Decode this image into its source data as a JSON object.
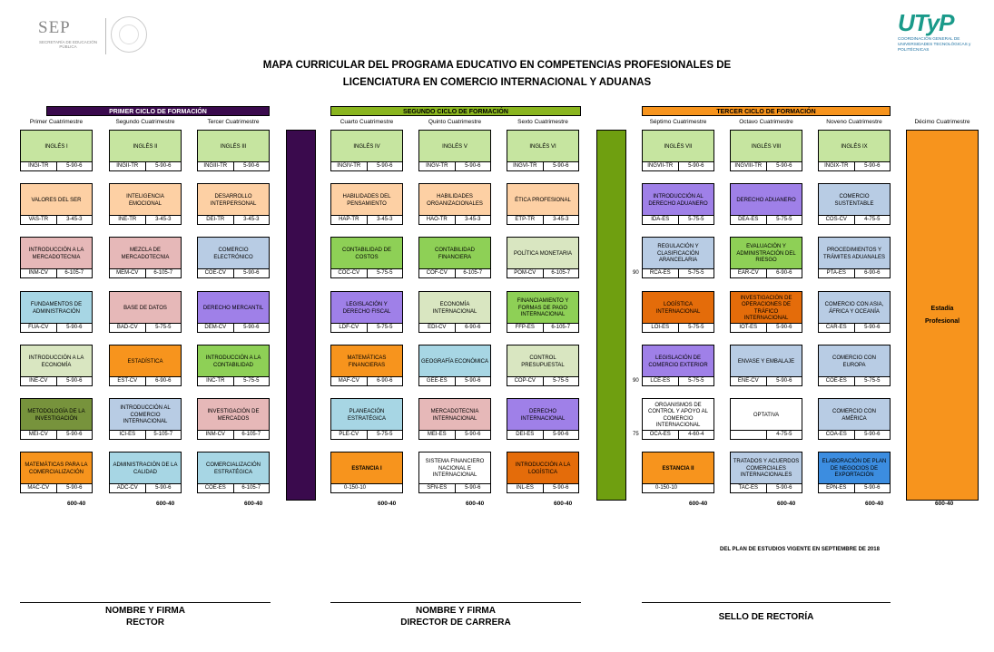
{
  "header": {
    "sep_name": "SEP",
    "sep_subtitle": "SECRETARÍA DE EDUCACIÓN PÚBLICA",
    "utp_name": "UTyP",
    "utp_subtitle": "COORDINACIÓN GENERAL DE UNIVERSIDADES TECNOLÓGICAS y POLITÉCNICAS",
    "title_line1": "MAPA CURRICULAR DEL PROGRAMA EDUCATIVO EN COMPETENCIAS PROFESIONALES DE",
    "title_line2": "LICENCIATURA EN COMERCIO INTERNACIONAL Y ADUANAS"
  },
  "colors": {
    "purple_dark": "#3a0a4d",
    "green_olive": "#6f9f10",
    "orange": "#f7941d"
  },
  "cycles": [
    {
      "label": "PRIMER CICLO DE FORMACIÓN",
      "color": "#3a0a4d",
      "text_color": "#ffffff"
    },
    {
      "label": "SEGUNDO CICLO DE FORMACIÓN",
      "color": "#8ab51f",
      "text_color": "#000000"
    },
    {
      "label": "TERCER CICLO DE FORMACIÓN",
      "color": "#f7941d",
      "text_color": "#000000"
    }
  ],
  "semesters": [
    "Primer Cuatrimestre",
    "Segundo Cuatrimestre",
    "Tercer Cuatrimestre",
    "Cuarto Cuatrimestre",
    "Quinto Cuatrimestre",
    "Sexto Cuatrimestre",
    "Séptimo Cuatrimestre",
    "Octavo Cuatrimestre",
    "Noveno Cuatrimestre",
    "Décimo Cuatrimestre"
  ],
  "columns": [
    [
      {
        "name": "INGLÉS I",
        "code": "INGI-TR",
        "credits": "5-90-6",
        "color": "#c6e5a0"
      },
      {
        "name": "VALORES DEL SER",
        "code": "VAS-TR",
        "credits": "3-45-3",
        "color": "#fdd0a4"
      },
      {
        "name": "INTRODUCCIÓN A LA MERCADOTECNIA",
        "code": "INM-CV",
        "credits": "6-105-7",
        "color": "#e6b8b8"
      },
      {
        "name": "FUNDAMENTOS DE ADMINISTRACIÓN",
        "code": "FUA-CV",
        "credits": "5-90-6",
        "color": "#a7d6e4"
      },
      {
        "name": "INTRODUCCIÓN A LA ECONOMÍA",
        "code": "INE-CV",
        "credits": "5-90-6",
        "color": "#d9e6c1"
      },
      {
        "name": "METODOLOGÍA DE LA INVESTIGACIÓN",
        "code": "MEI-CV",
        "credits": "5-90-6",
        "color": "#77933c"
      },
      {
        "name": "MATEMÁTICAS PARA LA COMERCIALIZACIÓN",
        "code": "MAC-CV",
        "credits": "5-90-6",
        "color": "#f7941d"
      }
    ],
    [
      {
        "name": "INGLÉS II",
        "code": "INGII-TR",
        "credits": "5-90-6",
        "color": "#c6e5a0"
      },
      {
        "name": "INTELIGENCIA EMOCIONAL",
        "code": "INE-TR",
        "credits": "3-45-3",
        "color": "#fdd0a4"
      },
      {
        "name": "MEZCLA DE MERCADOTECNIA",
        "code": "MEM-CV",
        "credits": "6-105-7",
        "color": "#e6b8b8"
      },
      {
        "name": "BASE DE DATOS",
        "code": "BAD-CV",
        "credits": "5-75-5",
        "color": "#e6b8b8"
      },
      {
        "name": "ESTADÍSTICA",
        "code": "EST-CV",
        "credits": "6-90-6",
        "color": "#f7941d"
      },
      {
        "name": "INTRODUCCIÓN AL COMERCIO INTERNACIONAL",
        "code": "ICI-ES",
        "credits": "5-105-7",
        "color": "#b8cce4"
      },
      {
        "name": "ADMINISTRACIÓN DE LA CALIDAD",
        "code": "ADC-CV",
        "credits": "5-90-6",
        "color": "#a7d6e4"
      }
    ],
    [
      {
        "name": "INGLÉS III",
        "code": "INGIII-TR",
        "credits": "5-90-6",
        "color": "#c6e5a0"
      },
      {
        "name": "DESARROLLO INTERPERSONAL",
        "code": "DEI-TR",
        "credits": "3-45-3",
        "color": "#fdd0a4"
      },
      {
        "name": "COMERCIO ELECTRÓNICO",
        "code": "COE-CV",
        "credits": "5-90-6",
        "color": "#b8cce4"
      },
      {
        "name": "DERECHO MERCANTIL",
        "code": "DEM-CV",
        "credits": "5-90-6",
        "color": "#9f80e8"
      },
      {
        "name": "INTRODUCCIÓN A LA CONTABILIDAD",
        "code": "INC-TR",
        "credits": "5-75-5",
        "color": "#8ed056"
      },
      {
        "name": "INVESTIGACIÓN DE MERCADOS",
        "code": "INM-CV",
        "credits": "6-105-7",
        "color": "#e6b8b8"
      },
      {
        "name": "COMERCIALIZACIÓN ESTRATÉGICA",
        "code": "COE-ES",
        "credits": "6-105-7",
        "color": "#a7d6e4"
      }
    ],
    [
      {
        "name": "INGLÉS IV",
        "code": "INGIV-TR",
        "credits": "5-90-6",
        "color": "#c6e5a0"
      },
      {
        "name": "HABILIDADES DEL PENSAMIENTO",
        "code": "HAP-TR",
        "credits": "3-45-3",
        "color": "#fdd0a4"
      },
      {
        "name": "CONTABILIDAD DE COSTOS",
        "code": "COC-CV",
        "credits": "5-75-5",
        "color": "#8ed056"
      },
      {
        "name": "LEGISLACIÓN Y DERECHO FISCAL",
        "code": "LDF-CV",
        "credits": "5-75-5",
        "color": "#9f80e8"
      },
      {
        "name": "MATEMÁTICAS FINANCIERAS",
        "code": "MAF-CV",
        "credits": "6-90-6",
        "color": "#f7941d"
      },
      {
        "name": "PLANEACIÓN ESTRATÉGICA",
        "code": "PLE-CV",
        "credits": "5-75-5",
        "color": "#a7d6e4"
      },
      {
        "name": "ESTANCIA I",
        "code": "",
        "credits": "0-150-10",
        "color": "#f7941d",
        "bold": true,
        "single": true
      }
    ],
    [
      {
        "name": "INGLÉS V",
        "code": "INGV-TR",
        "credits": "5-90-6",
        "color": "#c6e5a0"
      },
      {
        "name": "HABILIDADES ORGANIZACIONALES",
        "code": "HAO-TR",
        "credits": "3-45-3",
        "color": "#fdd0a4"
      },
      {
        "name": "CONTABILIDAD FINANCIERA",
        "code": "COF-CV",
        "credits": "6-105-7",
        "color": "#8ed056"
      },
      {
        "name": "ECONOMÍA INTERNACIONAL",
        "code": "EDI-CV",
        "credits": "6-90-6",
        "color": "#d9e6c1"
      },
      {
        "name": "GEOGRAFÍA ECONÓMICA",
        "code": "GEE-ES",
        "credits": "5-90-6",
        "color": "#a7d6e4"
      },
      {
        "name": "MERCADOTECNIA INTERNACIONAL",
        "code": "MEI-ES",
        "credits": "5-90-6",
        "color": "#e6b8b8"
      },
      {
        "name": "SISTEMA FINANCIERO NACIONAL E INTERNACIONAL",
        "code": "SFN-ES",
        "credits": "5-90-6",
        "color": "#ffffff"
      }
    ],
    [
      {
        "name": "INGLÉS VI",
        "code": "INGVI-TR",
        "credits": "5-90-6",
        "color": "#c6e5a0"
      },
      {
        "name": "ÉTICA PROFESIONAL",
        "code": "ETP-TR",
        "credits": "3-45-3",
        "color": "#fdd0a4"
      },
      {
        "name": "POLÍTICA MONETARIA",
        "code": "POM-CV",
        "credits": "6-105-7",
        "color": "#d9e6c1"
      },
      {
        "name": "FINANCIAMIENTO Y FORMAS DE PAGO INTERNACIONAL",
        "code": "FFP-ES",
        "credits": "6-105-7",
        "color": "#8ed056"
      },
      {
        "name": "CONTROL PRESUPUESTAL",
        "code": "COP-CV",
        "credits": "5-75-5",
        "color": "#d9e6c1"
      },
      {
        "name": "DERECHO INTERNACIONAL",
        "code": "DEI-ES",
        "credits": "5-90-6",
        "color": "#9f80e8"
      },
      {
        "name": "INTRODUCCIÓN A LA LOGÍSTICA",
        "code": "INL-ES",
        "credits": "5-90-6",
        "color": "#e46c0a"
      }
    ],
    [
      {
        "name": "INGLÉS VII",
        "code": "INGVII-TR",
        "credits": "5-90-6",
        "color": "#c6e5a0"
      },
      {
        "name": "INTRODUCCIÓN AL DERECHO ADUANERO",
        "code": "IDA-ES",
        "credits": "5-75-5",
        "color": "#9f80e8"
      },
      {
        "name": "REGULACIÓN Y CLASIFICACIÓN ARANCELARIA",
        "code": "RCA-ES",
        "credits": "5-75-5",
        "color": "#b8cce4"
      },
      {
        "name": "LOGÍSTICA INTERNACIONAL",
        "code": "LOI-ES",
        "credits": "5-75-5",
        "color": "#e46c0a"
      },
      {
        "name": "LEGISLACIÓN DE COMERCIO EXTERIOR",
        "code": "LCE-ES",
        "credits": "5-75-5",
        "color": "#9f80e8"
      },
      {
        "name": "ORGANISMOS DE CONTROL Y APOYO AL COMERCIO INTERNACIONAL",
        "code": "OCA-ES",
        "credits": "4-60-4",
        "color": "#ffffff"
      },
      {
        "name": "ESTANCIA II",
        "code": "",
        "credits": "0-150-10",
        "color": "#f7941d",
        "bold": true,
        "single": true
      }
    ],
    [
      {
        "name": "INGLÉS VIII",
        "code": "INGVIII-TR",
        "credits": "5-90-6",
        "color": "#c6e5a0"
      },
      {
        "name": "DERECHO ADUANERO",
        "code": "DEA-ES",
        "credits": "5-75-5",
        "color": "#9f80e8"
      },
      {
        "name": "EVALUACIÓN Y ADMINISTRACIÓN DEL RIESGO",
        "code": "EAR-CV",
        "credits": "6-90-6",
        "color": "#8ed056"
      },
      {
        "name": "INVESTIGACIÓN DE OPERACIONES DE TRÁFICO INTERNACIONAL",
        "code": "IOT-ES",
        "credits": "5-90-6",
        "color": "#e46c0a"
      },
      {
        "name": "ENVASE Y EMBALAJE",
        "code": "ENE-CV",
        "credits": "5-90-6",
        "color": "#b8cce4"
      },
      {
        "name": "OPTATIVA",
        "code": "",
        "credits": "4-75-5",
        "color": "#ffffff"
      },
      {
        "name": "TRATADOS Y ACUERDOS COMERCIALES INTERNACIONALES",
        "code": "TAC-ES",
        "credits": "5-90-6",
        "color": "#b8cce4"
      }
    ],
    [
      {
        "name": "INGLÉS IX",
        "code": "INGIX-TR",
        "credits": "5-90-6",
        "color": "#c6e5a0"
      },
      {
        "name": "COMERCIO SUSTENTABLE",
        "code": "COS-CV",
        "credits": "4-75-5",
        "color": "#b8cce4"
      },
      {
        "name": "PROCEDIMIENTOS Y TRÁMITES ADUANALES",
        "code": "PTA-ES",
        "credits": "6-90-6",
        "color": "#b8cce4"
      },
      {
        "name": "COMERCIO CON ASIA, ÁFRICA Y OCEANÍA",
        "code": "CAR-ES",
        "credits": "5-90-6",
        "color": "#b8cce4"
      },
      {
        "name": "COMERCIO CON EUROPA",
        "code": "COE-ES",
        "credits": "5-75-5",
        "color": "#b8cce4"
      },
      {
        "name": "COMERCIO CON AMÉRICA",
        "code": "COA-ES",
        "credits": "5-90-6",
        "color": "#b8cce4"
      },
      {
        "name": "ELABORACIÓN DE PLAN DE NEGOCIOS DE EXPORTACIÓN",
        "code": "EPN-ES",
        "credits": "5-90-6",
        "color": "#3c8de0"
      }
    ]
  ],
  "totals": [
    "600-40",
    "600-40",
    "600-40",
    "600-40",
    "600-40",
    "600-40",
    "600-40",
    "600-40",
    "600-40",
    "600-40"
  ],
  "side_numbers": [
    {
      "value": "90",
      "row": 2
    },
    {
      "value": "90",
      "row": 4
    },
    {
      "value": "75",
      "row": 5
    }
  ],
  "tenth": {
    "line1": "Estadía",
    "line2": "Profesional"
  },
  "plan_note": "DEL PLAN DE ESTUDIOS VIGENTE EN SEPTIEMBRE DE 2018",
  "signatures": [
    {
      "line1": "NOMBRE Y FIRMA",
      "line2": "RECTOR"
    },
    {
      "line1": "NOMBRE Y FIRMA",
      "line2": "DIRECTOR DE CARRERA"
    },
    {
      "line1": "SELLO DE RECTORÍA",
      "line2": ""
    }
  ]
}
